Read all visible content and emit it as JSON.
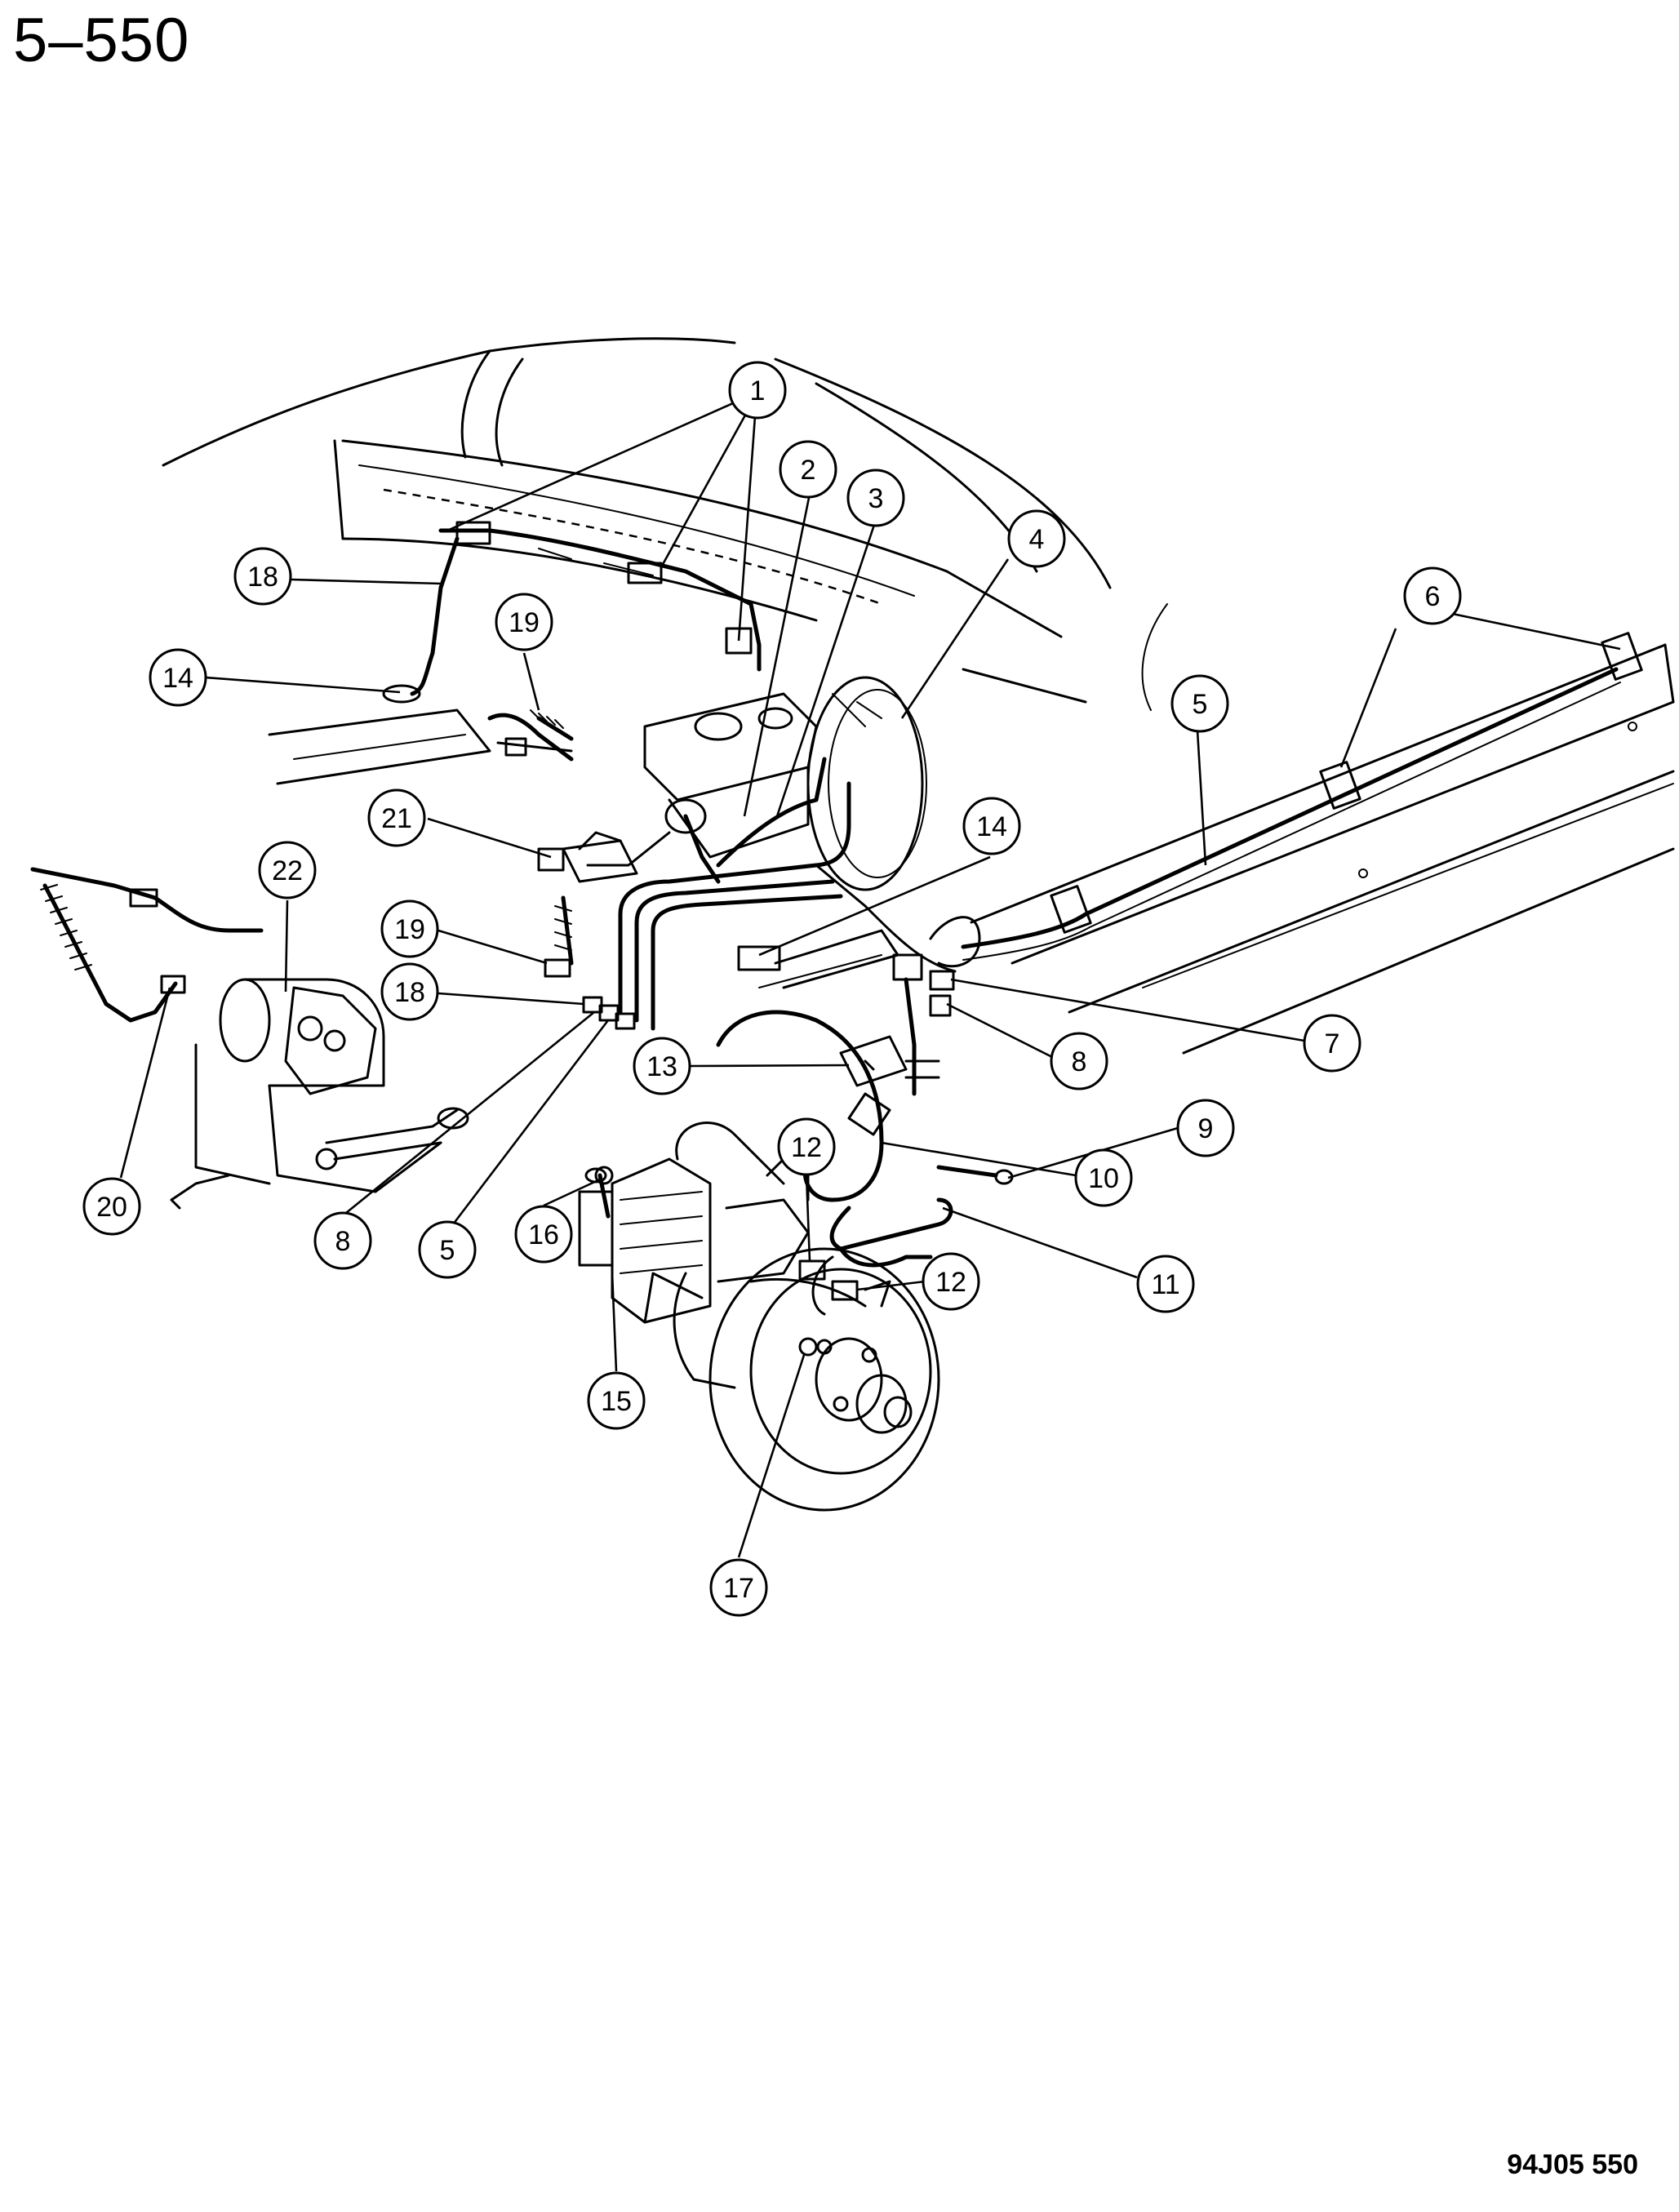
{
  "page_number": "5–550",
  "figure_code": "94J05 550",
  "callouts": [
    {
      "label": "1"
    },
    {
      "label": "2"
    },
    {
      "label": "3"
    },
    {
      "label": "4"
    },
    {
      "label": "5"
    },
    {
      "label": "6"
    },
    {
      "label": "18"
    },
    {
      "label": "19"
    },
    {
      "label": "14"
    },
    {
      "label": "21"
    },
    {
      "label": "22"
    },
    {
      "label": "19"
    },
    {
      "label": "18"
    },
    {
      "label": "14"
    },
    {
      "label": "13"
    },
    {
      "label": "7"
    },
    {
      "label": "8"
    },
    {
      "label": "9"
    },
    {
      "label": "10"
    },
    {
      "label": "12"
    },
    {
      "label": "11"
    },
    {
      "label": "12"
    },
    {
      "label": "16"
    },
    {
      "label": "5"
    },
    {
      "label": "8"
    },
    {
      "label": "20"
    },
    {
      "label": "15"
    },
    {
      "label": "17"
    }
  ]
}
